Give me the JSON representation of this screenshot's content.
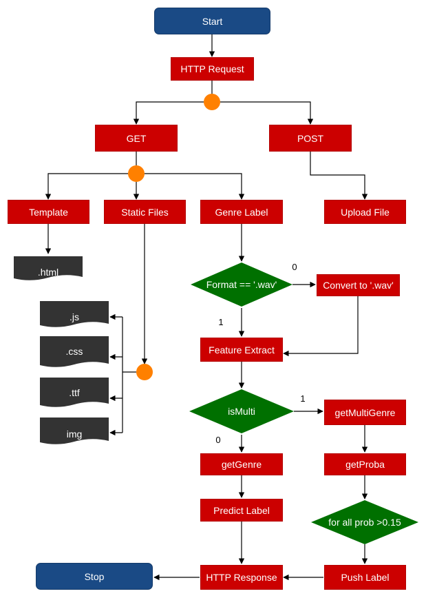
{
  "nodes": {
    "start": "Start",
    "http_request": "HTTP Request",
    "get": "GET",
    "post": "POST",
    "template": "Template",
    "static_files": "Static Files",
    "genre_label": "Genre Label",
    "upload_file": "Upload File",
    "html_doc": ".html",
    "js_doc": ".js",
    "css_doc": ".css",
    "ttf_doc": ".ttf",
    "img_doc": "img",
    "format_check": "Format == '.wav'",
    "convert_wav": "Convert to '.wav'",
    "feature_extract": "Feature Extract",
    "is_multi": "isMulti",
    "get_multi_genre": "getMultiGenre",
    "get_genre": "getGenre",
    "get_proba": "getProba",
    "predict_label": "Predict Label",
    "prob_check": "for all prob >0.15",
    "http_response": "HTTP Response",
    "push_label": "Push Label",
    "stop": "Stop"
  },
  "edge_labels": {
    "format_no": "0",
    "format_yes": "1",
    "multi_yes": "1",
    "multi_no": "0"
  },
  "colors": {
    "process": "#cc0000",
    "terminal": "#1a4a85",
    "decision": "#007000",
    "junction": "#ff8000",
    "document": "#333333"
  }
}
